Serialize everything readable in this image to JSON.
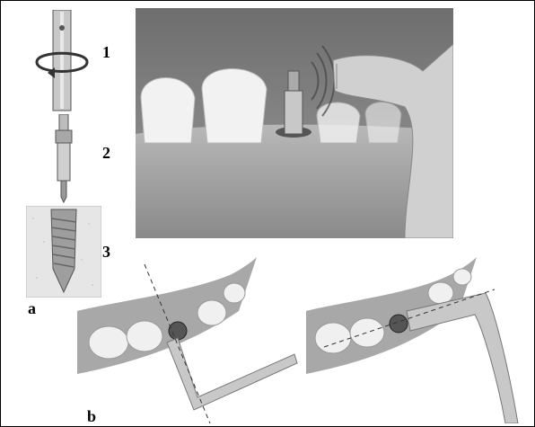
{
  "figure": {
    "labels": {
      "step1": "1",
      "step2": "2",
      "step3": "3",
      "panel_a": "a",
      "panel_b": "b"
    },
    "colors": {
      "background": "#ffffff",
      "frame": "#000000",
      "metal": "#bdbdbd",
      "gum": "#9a9a9a",
      "tooth": "#f2f2f2",
      "bone": "#e6e6e6"
    },
    "panels": {
      "a": {
        "description_icons": [
          "driver-tool",
          "abutment-screw",
          "implant-in-bone",
          "rotation-arrow"
        ]
      },
      "top_photo": {
        "icons": [
          "teeth",
          "implant-post",
          "sound-waves",
          "handpiece"
        ]
      },
      "b": {
        "icons": [
          "upper-jaw",
          "implant-head",
          "angled-probe",
          "dashed-axis"
        ]
      }
    }
  }
}
